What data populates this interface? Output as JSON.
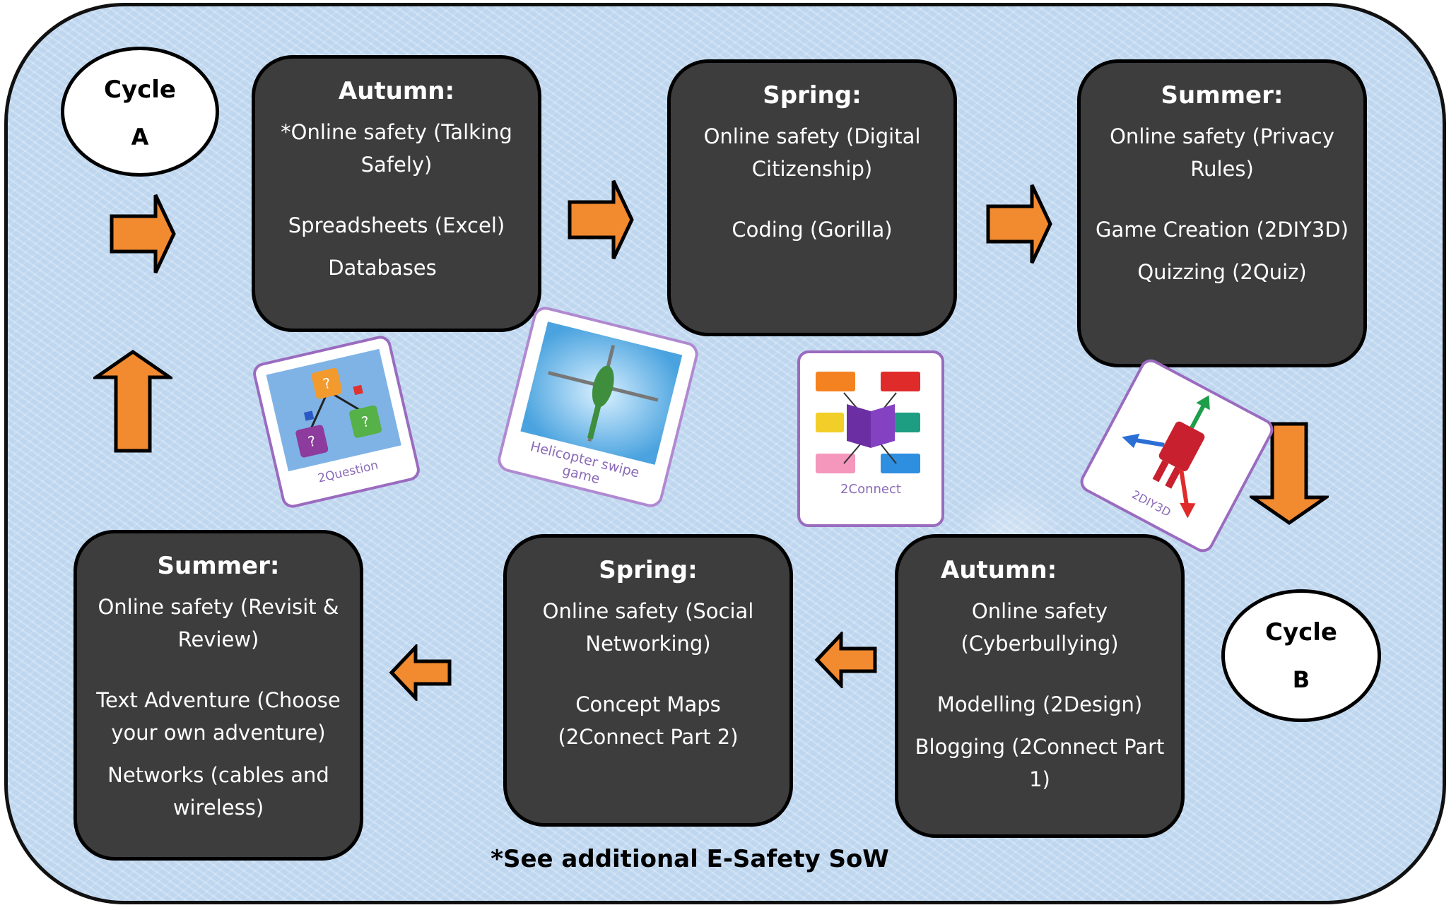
{
  "cycles": {
    "a": {
      "line1": "Cycle",
      "line2": "A"
    },
    "b": {
      "line1": "Cycle",
      "line2": "B"
    }
  },
  "boxes": {
    "a_autumn": {
      "title": "Autumn:",
      "items": [
        "*Online safety (Talking Safely)",
        "Spreadsheets (Excel)",
        "Databases"
      ]
    },
    "a_spring": {
      "title": "Spring:",
      "items": [
        "Online safety (Digital Citizenship)",
        "Coding (Gorilla)"
      ]
    },
    "a_summer": {
      "title": "Summer:",
      "items": [
        "Online safety (Privacy Rules)",
        "Game Creation (2DIY3D)",
        "Quizzing (2Quiz)"
      ]
    },
    "b_summer": {
      "title": "Summer:",
      "items": [
        "Online safety (Revisit & Review)",
        "Text Adventure (Choose your own adventure)",
        "Networks (cables and wireless)"
      ]
    },
    "b_spring": {
      "title": "Spring:",
      "items": [
        "Online safety (Social Networking)",
        "Concept Maps (2Connect Part 2)"
      ]
    },
    "b_autumn": {
      "title": "Autumn:",
      "items": [
        "Online safety (Cyberbullying)",
        "Modelling (2Design)",
        "Blogging (2Connect Part 1)"
      ]
    }
  },
  "cards": {
    "question": "2Question",
    "helicopter": "Helicopter swipe game",
    "connect": "2Connect",
    "diy3d": "2DIY3D"
  },
  "colors": {
    "arrow": "#f28a30",
    "box": "#3d3d3d",
    "card_border": "#9a6bbf"
  },
  "footnote": "*See additional E-Safety SoW"
}
